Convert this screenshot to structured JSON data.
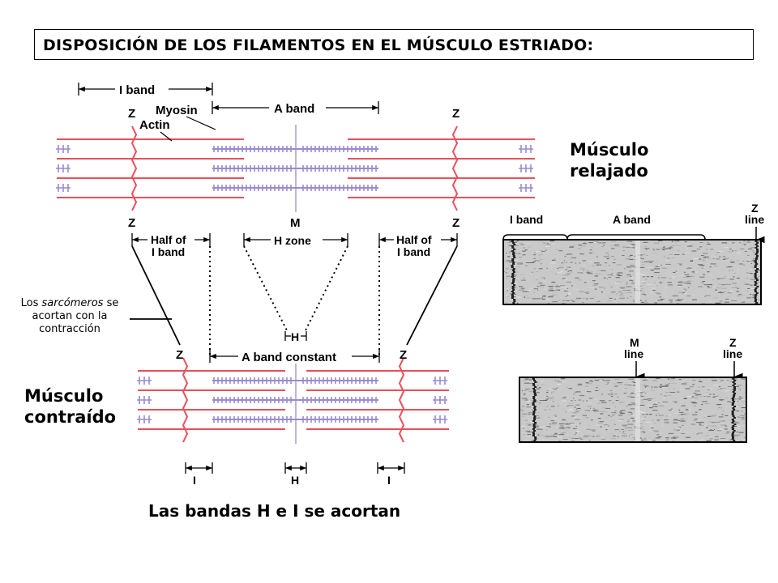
{
  "title": "DISPOSICIÓN DE LOS FILAMENTOS EN EL MÚSCULO ESTRIADO:",
  "state_relaxed": {
    "line1": "Músculo",
    "line2": "relajado"
  },
  "state_contracted": {
    "line1": "Músculo",
    "line2": "contraído"
  },
  "side_note": {
    "pre": "Los ",
    "emph": "sarcómeros",
    "post": " se acortan con la contracción"
  },
  "caption": "Las bandas H e I se acortan",
  "diagram_labels": {
    "i_band": "I band",
    "a_band": "A band",
    "myosin": "Myosin",
    "actin": "Actin",
    "z": "Z",
    "m": "M",
    "half_of": "Half of",
    "i_band_lower": "I band",
    "h_zone": "H zone",
    "h": "H",
    "a_band_constant": "A band constant",
    "i": "I"
  },
  "micrograph_labels": {
    "i_band": "I band",
    "a_band": "A band",
    "z": "Z",
    "line": "line",
    "m": "M",
    "line2": "line"
  },
  "colors": {
    "actin": "#e8505b",
    "myosin": "#9a8ad0",
    "z_line": "#e8505b",
    "m_line": "#a99bd6",
    "ink": "#000000"
  }
}
